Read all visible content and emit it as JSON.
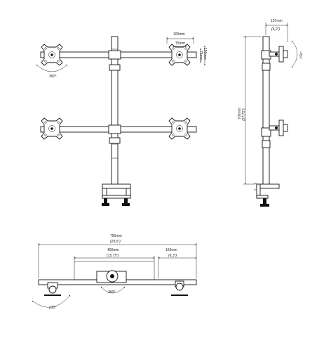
{
  "front_view": {
    "top_mount_width": "100mm",
    "inner_width": "75mm",
    "height_75": "75mm",
    "height_100": "100mm",
    "rotation_label": "360°"
  },
  "side_view": {
    "depth_mm": "107mm",
    "depth_in": "(4,2\")",
    "tilt_label": "150°",
    "height_mm": "705mm",
    "height_in": "(27,75\")"
  },
  "top_view": {
    "total_mm": "750mm",
    "total_in": "(29,5\")",
    "middle_mm": "400mm",
    "middle_in": "(15,75\")",
    "side_mm": "160mm",
    "side_in": "(6,3\")",
    "pivot_label": "360°",
    "swing_label": "210°"
  }
}
